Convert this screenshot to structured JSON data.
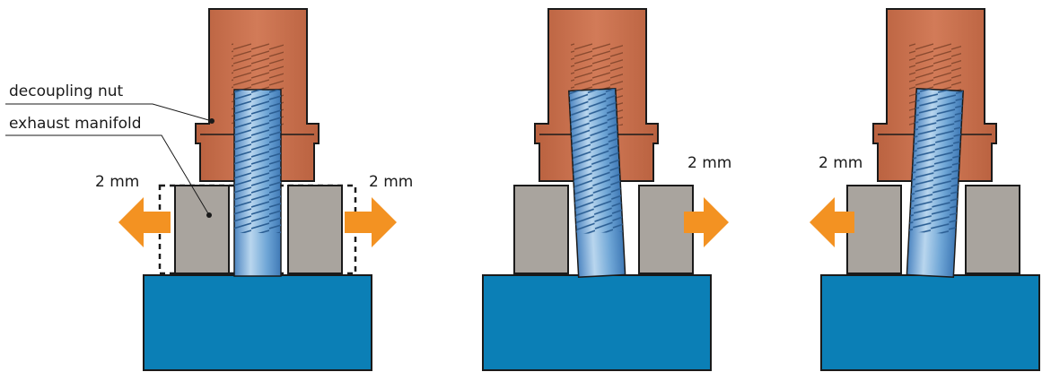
{
  "labels": {
    "nut": "decoupling nut",
    "manifold": "exhaust manifold",
    "gap_left": "2 mm",
    "gap_right": "2 mm",
    "gap_middle": "2 mm",
    "gap_right_panel": "2 mm"
  },
  "colors": {
    "base": "#0b7fb6",
    "nut": "#c8704f",
    "nut_dark": "#a85a3c",
    "manifold": "#a9a49e",
    "bolt": "#6fa6d6",
    "bolt_light": "#b9d6ee",
    "arrow": "#f39222",
    "outline": "#1a1a1a"
  },
  "icons": {
    "arrow_left": "arrow-left-icon",
    "arrow_right": "arrow-right-icon"
  }
}
